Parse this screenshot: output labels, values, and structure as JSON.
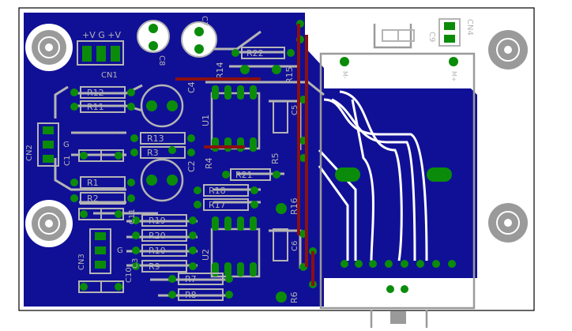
{
  "colors": {
    "background": "#ffffff",
    "copper_pour": "#101096",
    "silk": "#b4b4b4",
    "pad": "#0a8c0a",
    "jumper": "#8c1010",
    "trace": "#ffffff",
    "outline": "#000000"
  },
  "labels": {
    "cn1_pins": "+V G +V",
    "cn1": "CN1",
    "cn2": "CN2",
    "cn3": "CN3",
    "cn4": "CN4",
    "c4": "C4",
    "c5": "C5",
    "c6": "C6",
    "c7": "C7",
    "c8": "C8",
    "c9": "C9",
    "c2": "C2",
    "c1": "C1",
    "c3": "C3",
    "c10": "C10",
    "c11": "C11",
    "r1": "R1",
    "r2": "R2",
    "r3": "R3",
    "r4": "R4",
    "r5": "R5",
    "r6": "R6",
    "r7": "R7",
    "r8": "R8",
    "r9": "R9",
    "r10": "R10",
    "r11": "R11",
    "r12": "R12",
    "r13": "R13",
    "r14": "R14",
    "r15": "R15",
    "r16": "R16",
    "r17": "R17",
    "r18": "R18",
    "r19": "R19",
    "r20": "R20",
    "r21": "R21",
    "r22": "R22",
    "u1": "U1",
    "u2": "U2",
    "tp_minus": "M-",
    "tp_plus": "M+",
    "g_left1": "G",
    "g_left2": "G"
  }
}
